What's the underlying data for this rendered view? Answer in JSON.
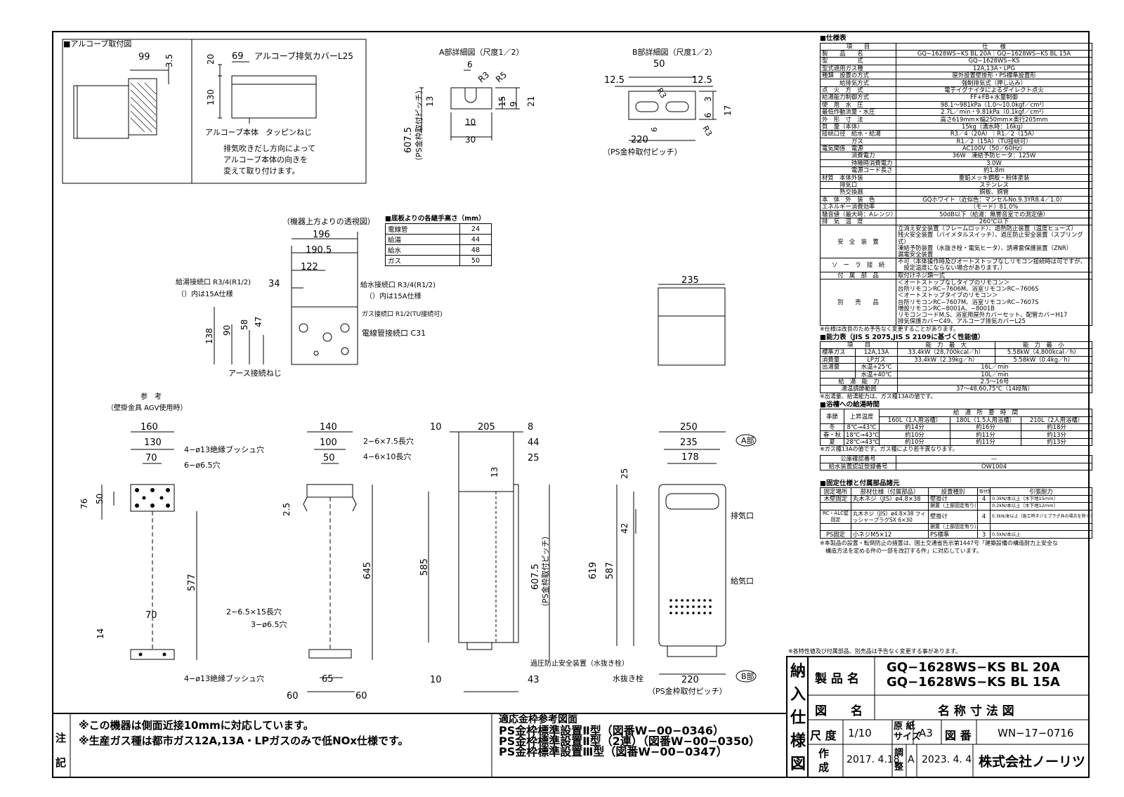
{
  "arcove": {
    "title": "■アルコーブ取付図",
    "dims": [
      "99",
      "3.5",
      "69",
      "20",
      "130"
    ],
    "cover": "アルコーブ排気カバーL25",
    "body": "アルコーブ本体",
    "screw": "タッピンねじ",
    "note": [
      "排気吹きだし方向によって",
      "アルコーブ本体の向きを",
      "変えて取り付けます。"
    ]
  },
  "detailA": {
    "title": "A部詳細図（尺度1／2）",
    "dims": [
      "6",
      "R3",
      "R5",
      "13",
      "15",
      "9",
      "21",
      "10",
      "30",
      "607.5"
    ],
    "pitch": "（PS金枠取付ピッチ）"
  },
  "detailB": {
    "title": "B部詳細図（尺度1／2）",
    "dims": [
      "50",
      "12.5",
      "12.5",
      "R3",
      "3",
      "6",
      "17",
      "6",
      "R3",
      "220"
    ],
    "pitch": "（PS金枠取付ピッチ）"
  },
  "topview": {
    "title": "（機器上方よりの透視図）",
    "dims": [
      "196",
      "190.5",
      "122",
      "34",
      "138",
      "90",
      "58",
      "47"
    ],
    "hot": "給湯接続口 R3/4(R1/2)",
    "hot_sub": "（）内は15A仕様",
    "cold": "給水接続口 R3/4(R1/2)",
    "cold_sub": "（）内は15A仕様",
    "gas": "ガス接続口 R1/2(TU接続可)",
    "elec": "電線管接続口 C31",
    "earth": "アース接続ねじ"
  },
  "floor": {
    "title": "■底板よりの各継手高さ（mm）",
    "rows": [
      [
        "電線管",
        "24"
      ],
      [
        "給湯",
        "44"
      ],
      [
        "給水",
        "48"
      ],
      [
        "ガス",
        "50"
      ]
    ]
  },
  "ref": {
    "title": "参　考",
    "sub": "（壁掛金具 AGV使用時）",
    "dims": [
      "160",
      "130",
      "70",
      "76",
      "50",
      "577",
      "70",
      "14"
    ],
    "bush1": "4−ø13絶縁ブッシュ穴",
    "hole": "6−ø6.5穴",
    "bush2": "4−ø13絶縁ブッシュ穴"
  },
  "side": {
    "dims": [
      "140",
      "100",
      "50",
      "2.5",
      "645",
      "65",
      "60",
      "60"
    ],
    "slot1": "2−6×7.5長穴",
    "slot2": "4−6×10長穴",
    "slot3": "2−6.5×15長穴",
    "hole": "3−ø6.5穴"
  },
  "profile": {
    "dims": [
      "10",
      "205",
      "8",
      "44",
      "25",
      "13",
      "585",
      "607.5",
      "10",
      "43"
    ],
    "pitch": "（PS金枠取付ピッチ）",
    "relief": "過圧防止安全装置（水抜き栓）"
  },
  "front": {
    "dims": [
      "235",
      "250",
      "235",
      "178",
      "25",
      "42",
      "619",
      "587",
      "220"
    ],
    "a": "A部",
    "b": "B部",
    "exhaust": "排気口",
    "intake": "給気口",
    "drain": "水抜き栓",
    "pitch": "（PS金枠取付ピッチ）"
  },
  "spec": {
    "title": "■仕様表",
    "rows": [
      [
        "項　　目",
        "仕　　様"
      ],
      [
        "製　　品　　名",
        "GQ−1628WS−KS BL 20A｜GQ−1628WS−KS BL 15A"
      ],
      [
        "型　　　　　式",
        "GQ−1628WS−KS"
      ],
      [
        "型式適用ガス種",
        "12A,13A・LPG"
      ],
      [
        "種類　設置の方式",
        "屋外設置壁掛形・PS標準設置形"
      ],
      [
        "　　　給排気方式",
        "強制排気式（押し込み）"
      ],
      [
        "点　火　方　式",
        "電子イグナイタによるダイレクト点火"
      ],
      [
        "給湯能力制御方式",
        "FF+FB+水量制御"
      ],
      [
        "使　用　水　圧",
        "98.1〜981kPa（1.0〜10.0kgf／cm²）"
      ],
      [
        "最低作動流量・水圧",
        "2.7L／min・9.81kPa（0.1kgf／cm²）"
      ],
      [
        "外　形　寸　法",
        "高さ619mm×幅250mm×奥行205mm"
      ],
      [
        "質　量（本体）",
        "15kg（満水時：16kg）"
      ],
      [
        "接続口径　給水・給湯",
        "R3／4（20A）｜R1／2（15A）"
      ],
      [
        "　　　　　ガス",
        "R1／2（15A）（TU接続可）"
      ],
      [
        "電気関係　電源",
        "AC100V（50／60Hz）"
      ],
      [
        "　　　　　消費電力",
        "36W　凍結予防ヒータ：125W"
      ],
      [
        "　　　　　待機時消費電力",
        "3.0W"
      ],
      [
        "　　　　　電源コード長さ",
        "約1.8m"
      ],
      [
        "材質　本体外装",
        "亜鉛メッキ鋼板・粉体塗装"
      ],
      [
        "　　　排気口",
        "ステンレス"
      ],
      [
        "　　　熱交換器",
        "銅板、銅管"
      ],
      [
        "本　体　外　装　色",
        "GQホワイト（近似色：マンセルNo.9.3YR8.4／1.0）"
      ],
      [
        "エネルギー消費効率",
        "（モード）81.0%"
      ],
      [
        "騒音値（最大時：Aレンジ）",
        "50dB以下（給湯：無響音室での測定値）"
      ],
      [
        "排　気　温　度",
        "260℃以下"
      ]
    ],
    "safety_label": "安　全　装　置",
    "safety": [
      "立消え安全装置（フレームロッド）、過熱防止装置（温度ヒューズ）",
      "残火安全装置（バイメタルスイッチ）、過圧防止安全装置（スプリング式）",
      "凍結予防装置（水抜き栓・電気ヒータ）、誘導雷保護装置（ZNR）",
      "漏電安全装置"
    ],
    "solar_label": "ソ　ー　ラ　接　続",
    "solar": [
      "不可（本体操作時及びオートストップなしリモコン接続時は可ですが、",
      "　設定温度にならない場合があります。）"
    ],
    "acc_label": "付　属　部　品",
    "acc": "取付けネジ類一式",
    "sep_label": "別　　売　　品",
    "sep": [
      "＜オートストップなしタイプのリモコン＞",
      "台所リモコンRC−7606M、浴室リモコンRC−7606S",
      "＜オートストップタイプのリモコン＞",
      "台所リモコンRC−7607M、浴室リモコンRC−7607S",
      "増設リモコンRC−8001A、−8001B",
      "リモコンコードM,S、浴室用屋外カバーセット、配管カバーH17",
      "排気保護カバーC49、アルコーブ排気カバーL25"
    ],
    "note": "※仕様は改良のため予告なく変更することがあります。"
  },
  "ability": {
    "title": "■能力表（JIS S 2075,JIS S 2109に基づく性能値）",
    "head": [
      "項　　目",
      "能　力　最　大",
      "能　力　最　小"
    ],
    "rows": [
      [
        "標準ガス",
        "12A,13A",
        "33.4kW（28,700kcal／h）",
        "5.58kW（4,800kcal／h）"
      ],
      [
        "消費量",
        "LPガス",
        "33.4kW（2.39kg／h）",
        "5.58kW（0.4kg／h）"
      ],
      [
        "出湯量",
        "水温+25℃",
        "16L／min",
        ""
      ],
      [
        "",
        "水温+40℃",
        "10L／min",
        ""
      ],
      [
        "給　湯　能　力",
        "",
        "2.5〜16号",
        ""
      ],
      [
        "湯温調節範囲",
        "",
        "37〜48,60,75℃（14段階）",
        ""
      ]
    ],
    "note": "※出湯量、給湯能力は、ガス種13Aの値です。"
  },
  "bath": {
    "title": "■浴槽への給湯時間",
    "head": [
      "季節",
      "上昇温度",
      "160L（1人用浴槽）",
      "180L（1.5人用浴槽）",
      "210L（2人用浴槽）"
    ],
    "group": "給　湯　所　要　時　間",
    "rows": [
      [
        "冬",
        "8℃→43℃",
        "約14分",
        "約16分",
        "約18分"
      ],
      [
        "春・秋",
        "18℃→43℃",
        "約10分",
        "約11分",
        "約13分"
      ],
      [
        "夏",
        "28℃→43℃",
        "約10分",
        "約11分",
        "約13分"
      ]
    ],
    "note": "※ガス種13Aの値です。ガス種により若干異なります。"
  },
  "cert": {
    "rows": [
      [
        "公庫確認番号",
        "—"
      ],
      [
        "給水装置認証登録番号",
        "OW1004"
      ]
    ]
  },
  "fix": {
    "title": "■固定仕様と付属部品諸元",
    "head": [
      "固定場所",
      "部材仕様（付属部品）",
      "設置種別",
      "取付箇所",
      "引張耐力"
    ],
    "rows": [
      [
        "木壁固定",
        "丸木ネジ（JIS）ø4.8×38",
        "壁掛け",
        "4",
        "0.3kN/本以上（木下地15mm）"
      ],
      [
        "",
        "",
        "据置（上部固定有り）",
        "",
        "0.2kN/本以上（木下地12mm）"
      ],
      [
        "RC・ALC壁固定",
        "丸木ネジ（JIS）ø4.8×38 フィッシャープラグSX 6×30",
        "壁掛け",
        "4",
        "0.3kN/本以上（施工時ネジとプラグ共の場合を除く）"
      ],
      [
        "",
        "",
        "据置（上部固定有り）",
        "",
        ""
      ],
      [
        "PS固定",
        "小ネジM5×12",
        "PS標準",
        "3",
        "0.5kN/本以上"
      ]
    ],
    "note1": "※本製品の設置・転倒防止の措置は、国土交通省告示第1447号「建築設備の構造耐力上安全な",
    "note2": "　構造方法を定める件の一部を改訂する件」に対応しています。"
  },
  "titleblock": {
    "top_note": "※各特性値及び付属部品、別売品は予告なく変更する事があります。",
    "side": [
      "納",
      "入",
      "仕",
      "様",
      "図"
    ],
    "prod_label": "製 品 名",
    "prod1": "GQ−1628WS−KS BL 20A",
    "prod2": "GQ−1628WS−KS BL 15A",
    "fig_label": "図　　名",
    "fig": "名 称 寸 法 図",
    "scale_label": "尺 度",
    "scale": "1/10",
    "paper_label1": "原 紙",
    "paper_label2": "サイズ",
    "paper": "A3",
    "num_label": "図 番",
    "num": "WN−17−0716",
    "made_label1": "作",
    "made_label2": "成",
    "made": "2017. 4.18",
    "adj_label1": "調",
    "adj_label2": "整",
    "adj": "A",
    "adj_date": "2023. 4. 4",
    "company": "株式会社ノーリツ"
  },
  "notes": {
    "label": [
      "注",
      "記"
    ],
    "lines": [
      "※この機器は側面近接10mmに対応しています。",
      "※生産ガス種は都市ガス12A,13A・LPガスのみで低NOx仕様です。"
    ]
  },
  "refs": {
    "lines": [
      "適応金枠参考図面",
      "PS金枠標準設置Ⅱ型（図番W−00−0346）",
      "PS金枠標準設置Ⅱ型（2連）（図番W−00−0350）",
      "PS金枠標準設置Ⅲ型（図番W−00−0347）"
    ]
  }
}
